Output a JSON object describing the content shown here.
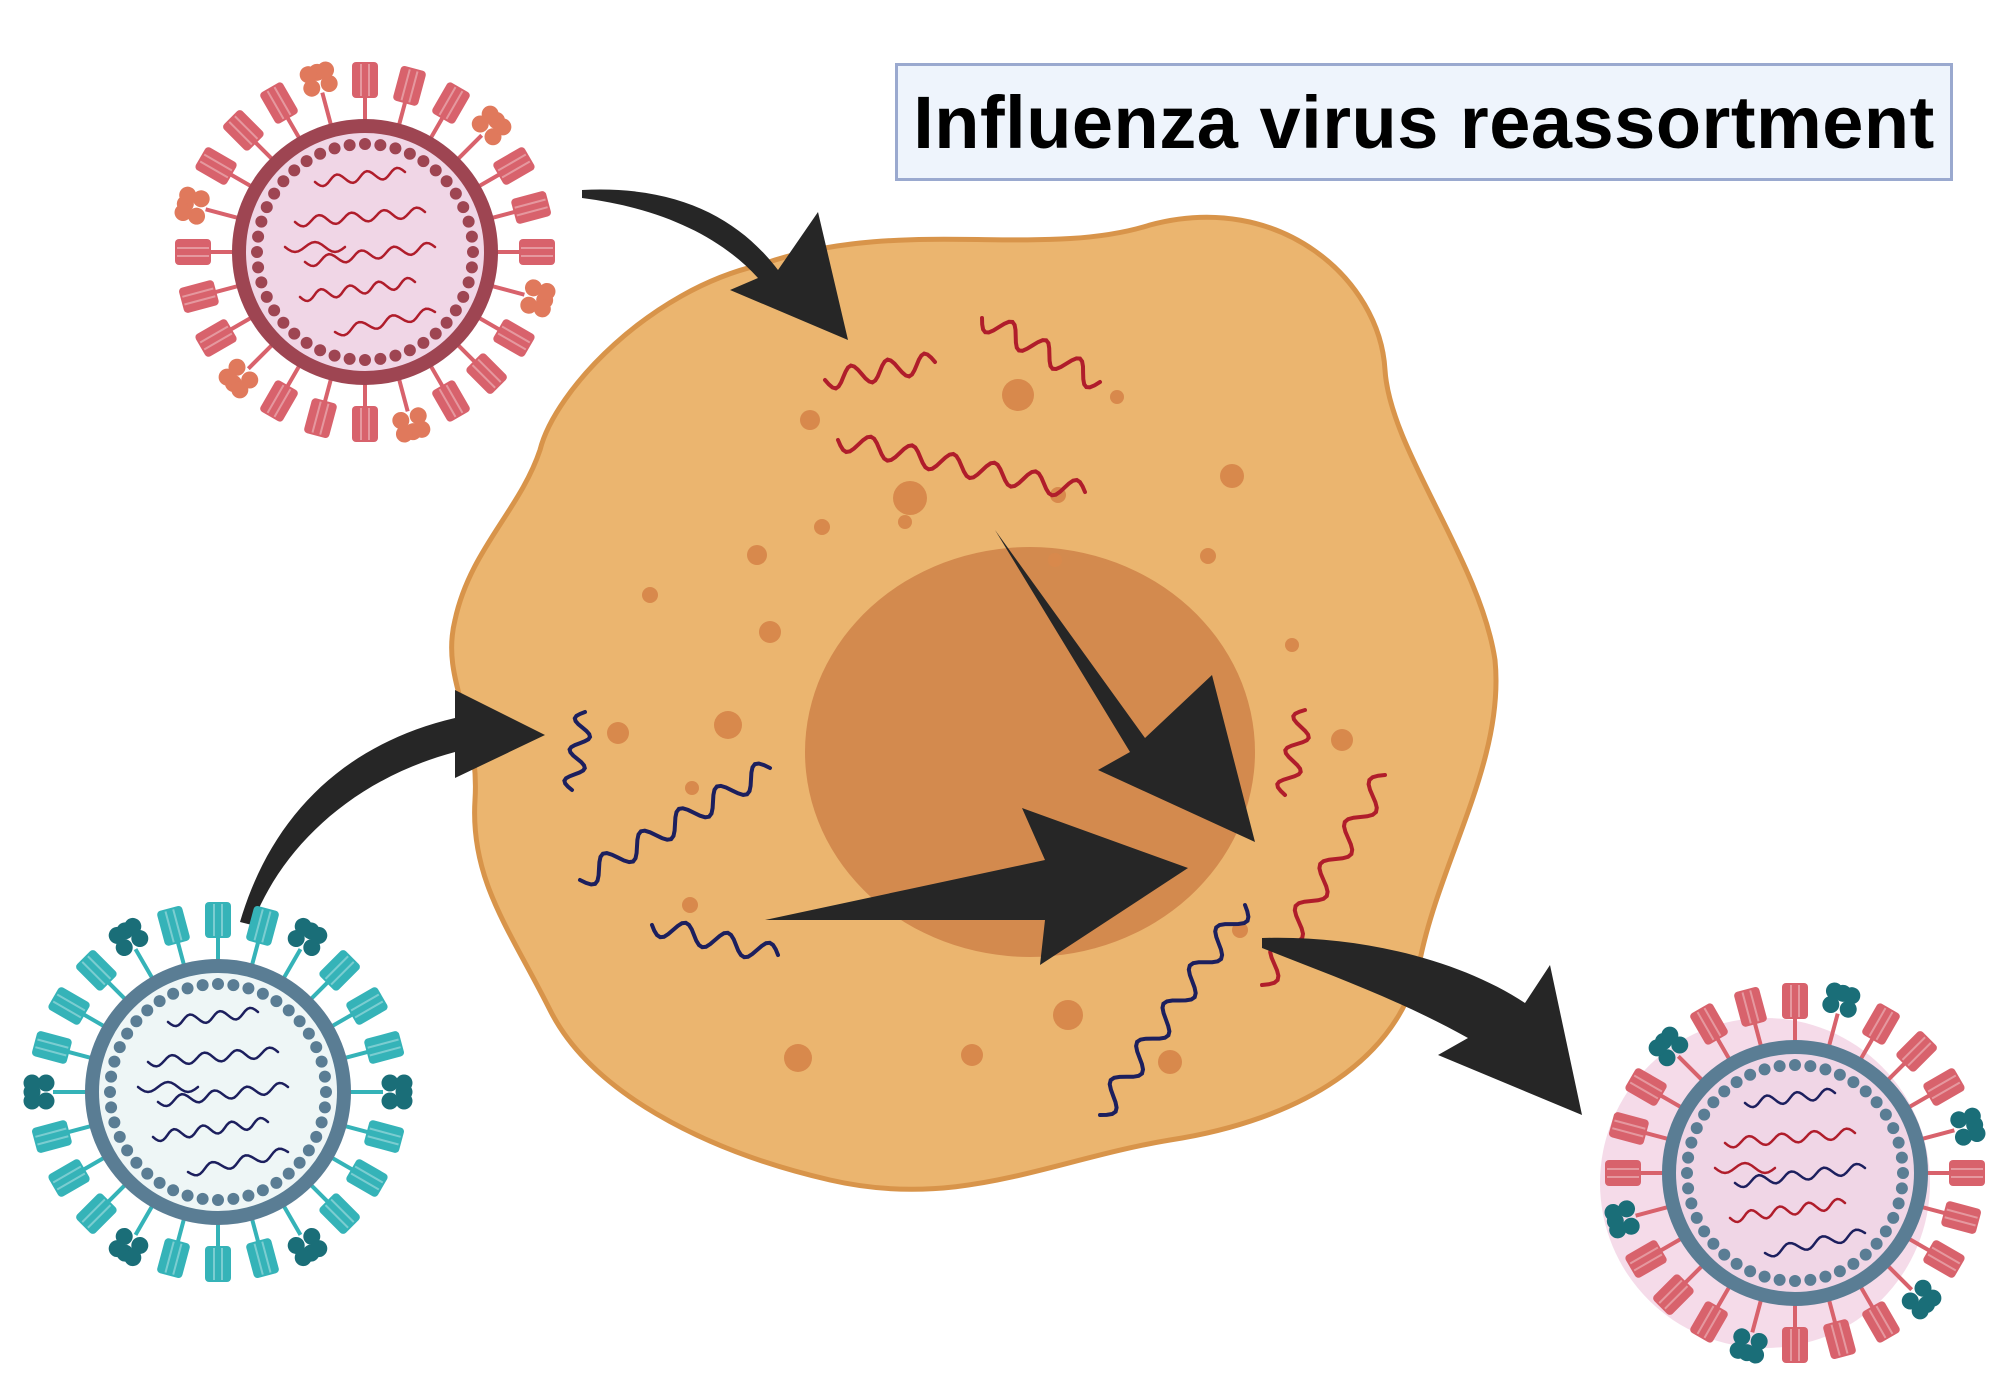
{
  "title": "Influenza virus reassortment",
  "colors": {
    "cell_fill": "#ebb56f",
    "cell_outline": "#d8944a",
    "nucleus": "#d38a4e",
    "granule": "#d8894c",
    "arrow": "#262626",
    "red_virus_spike": "#d8626c",
    "red_virus_cluster": "#e0795c",
    "red_virus_membrane": "#9e4552",
    "red_virus_core": "#f0d6e6",
    "red_rna": "#b01d2b",
    "blue_virus_spike": "#35b3b8",
    "blue_virus_cluster": "#1a6e78",
    "blue_virus_membrane": "#5a7d94",
    "blue_virus_core": "#eef6f6",
    "blue_rna": "#1c1f5e"
  },
  "icons": {
    "red_virus": "influenza-virion-red",
    "blue_virus": "influenza-virion-teal",
    "hybrid_virus": "reassortant-virion",
    "cell": "host-cell",
    "nucleus": "cell-nucleus"
  }
}
